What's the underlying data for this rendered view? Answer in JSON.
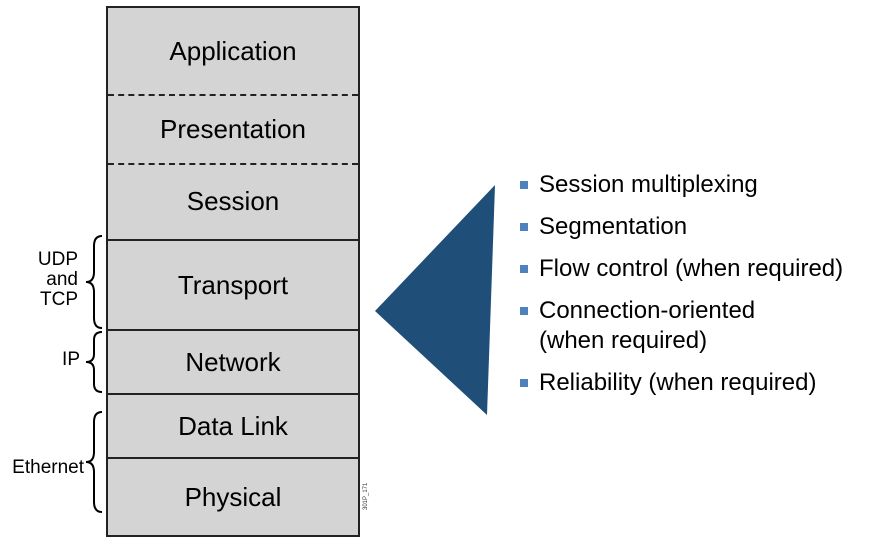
{
  "osi_layers": [
    {
      "name": "Application"
    },
    {
      "name": "Presentation"
    },
    {
      "name": "Session"
    },
    {
      "name": "Transport"
    },
    {
      "name": "Network"
    },
    {
      "name": "Data Link"
    },
    {
      "name": "Physical"
    }
  ],
  "protocol_labels": {
    "transport": [
      "UDP",
      "and",
      "TCP"
    ],
    "network": "IP",
    "link": "Ethernet"
  },
  "transport_functions": [
    {
      "text": "Session multiplexing"
    },
    {
      "text": "Segmentation"
    },
    {
      "text": "Flow control (when required)"
    },
    {
      "text": "Connection-oriented",
      "text2": "(when required)"
    },
    {
      "text": "Reliability (when required)"
    }
  ],
  "figure_code": "301P_171",
  "colors": {
    "layer_fill": "#d4d4d4",
    "arrow": "#1f4e79",
    "bullet": "#4f81bd"
  }
}
